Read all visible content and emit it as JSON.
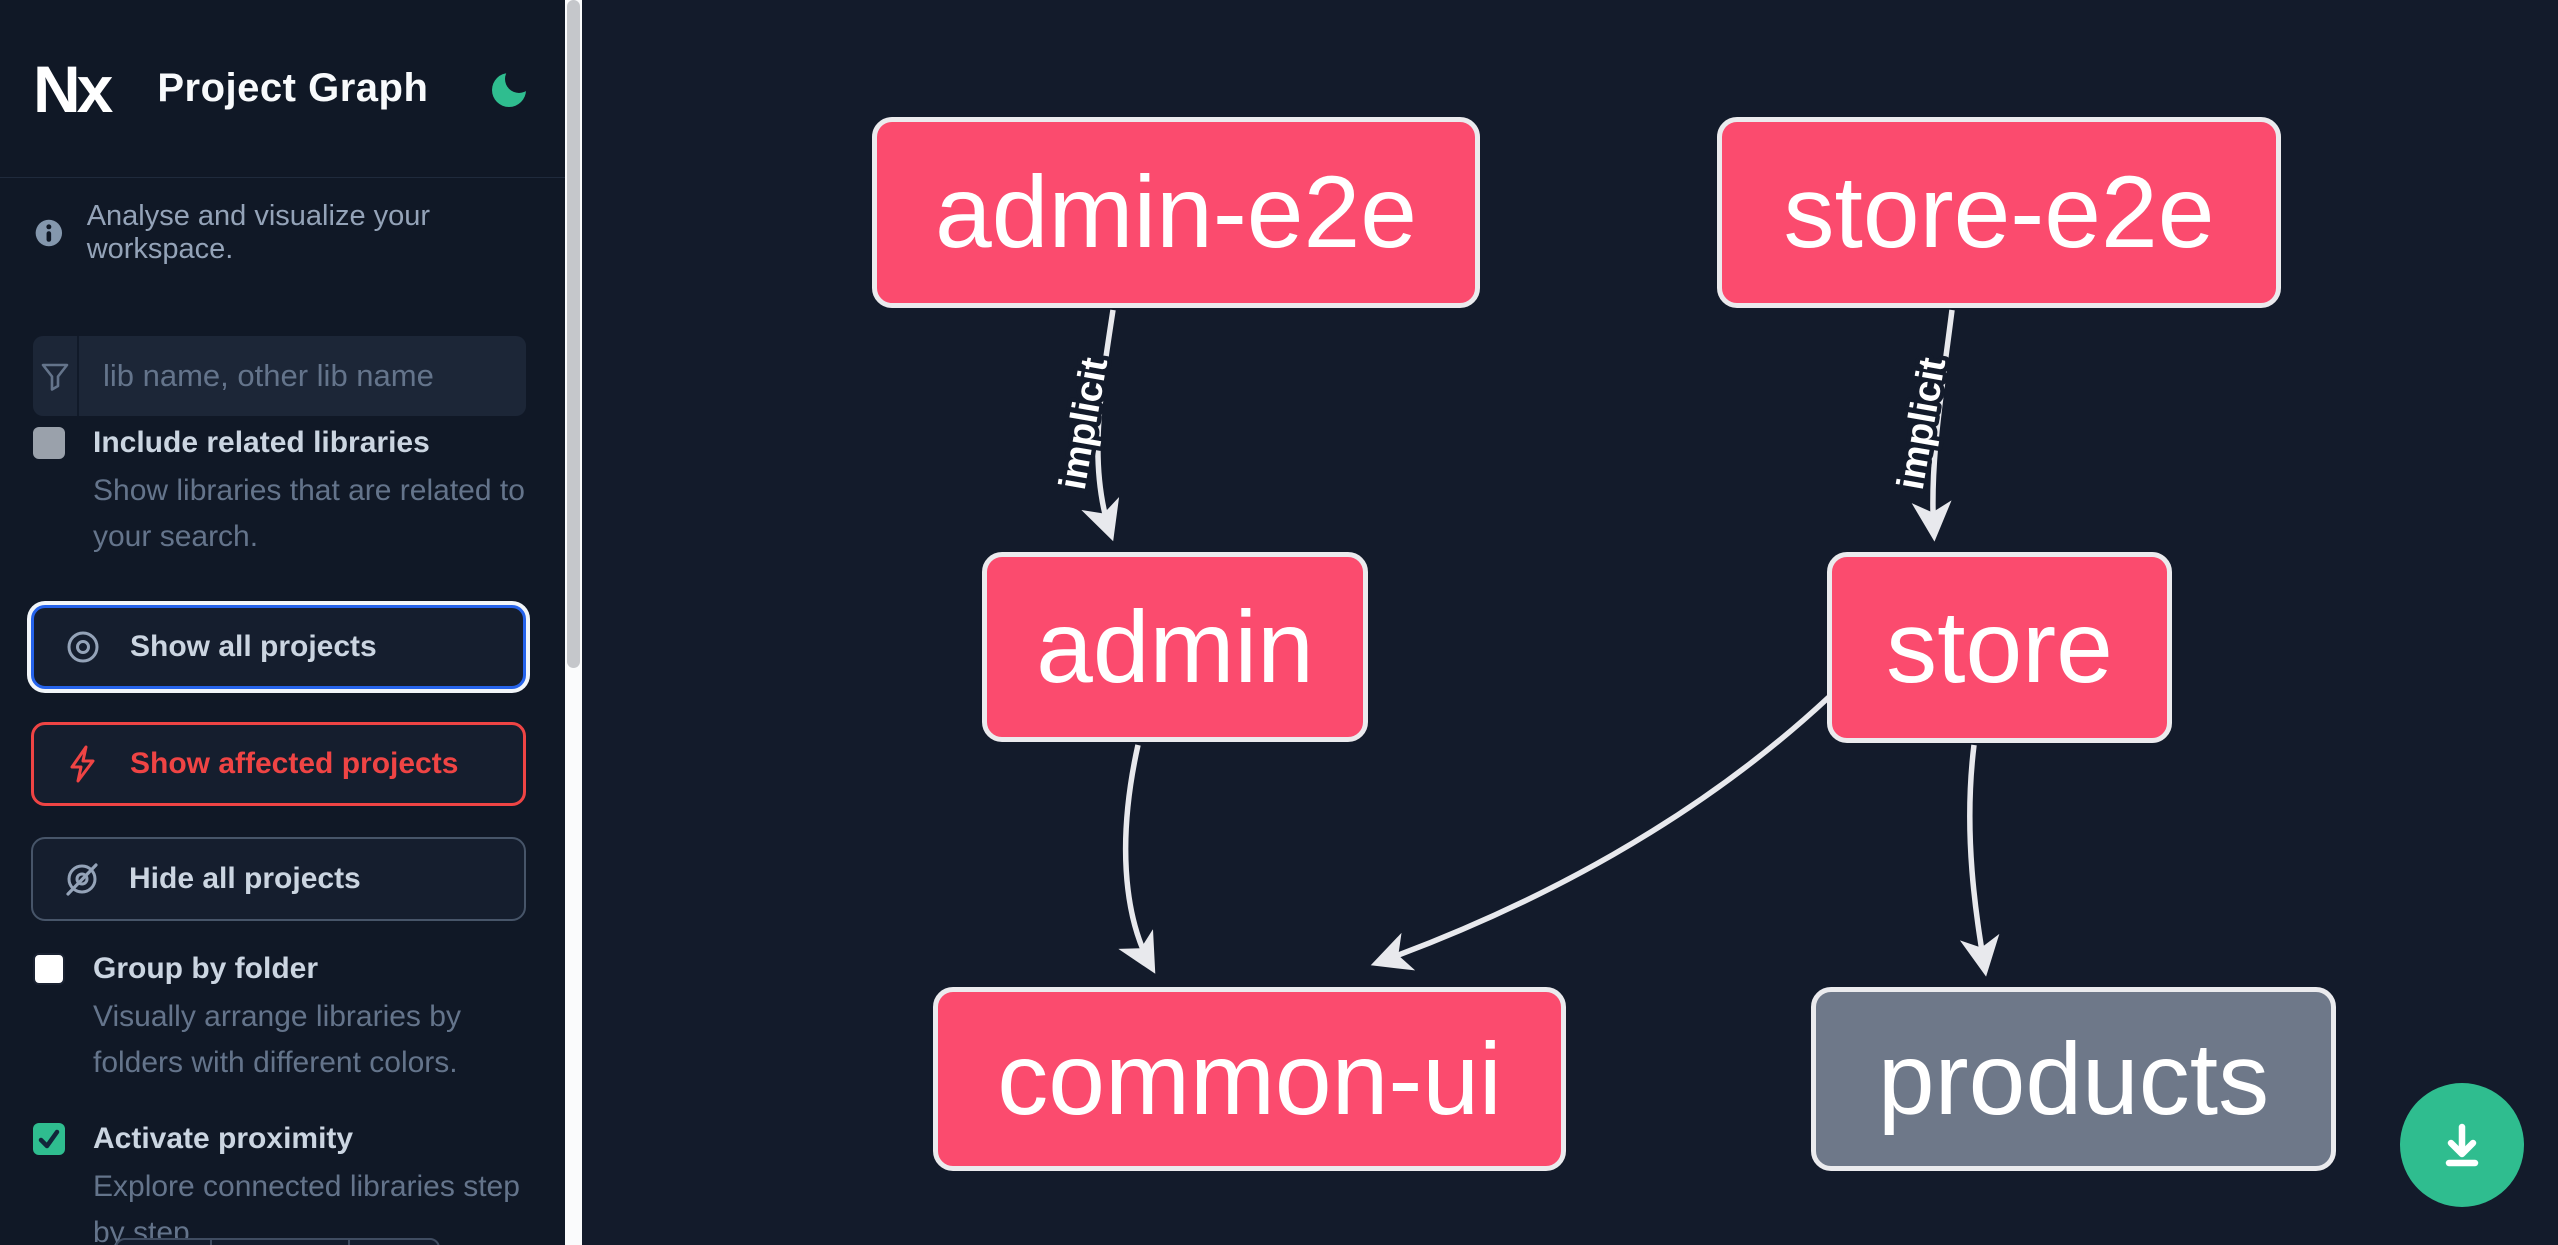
{
  "header": {
    "logo_text": "Nx",
    "title": "Project Graph",
    "theme_toggle_icon": "moon-icon"
  },
  "sidebar": {
    "tagline": "Analyse and visualize your workspace.",
    "search": {
      "placeholder": "lib name, other lib name",
      "icon": "funnel-icon"
    },
    "options": {
      "include_related": {
        "label": "Include related libraries",
        "description": "Show libraries that are related to your search.",
        "checked": false,
        "disabled": true
      },
      "group_by_folder": {
        "label": "Group by folder",
        "description": "Visually arrange libraries by folders with different colors.",
        "checked": false
      },
      "activate_proximity": {
        "label": "Activate proximity",
        "description": "Explore connected libraries step by step.",
        "checked": true
      }
    },
    "actions": {
      "show_all": {
        "label": "Show all projects",
        "icon": "eye-icon"
      },
      "show_affected": {
        "label": "Show affected projects",
        "icon": "bolt-icon"
      },
      "hide_all": {
        "label": "Hide all projects",
        "icon": "eye-off-icon"
      }
    }
  },
  "graph": {
    "nodes": [
      {
        "id": "admin-e2e",
        "label": "admin-e2e",
        "color": "pink"
      },
      {
        "id": "store-e2e",
        "label": "store-e2e",
        "color": "pink"
      },
      {
        "id": "admin",
        "label": "admin",
        "color": "pink"
      },
      {
        "id": "store",
        "label": "store",
        "color": "pink"
      },
      {
        "id": "common-ui",
        "label": "common-ui",
        "color": "pink"
      },
      {
        "id": "products",
        "label": "products",
        "color": "gray"
      }
    ],
    "edges": [
      {
        "from": "admin-e2e",
        "to": "admin",
        "label": "implicit"
      },
      {
        "from": "store-e2e",
        "to": "store",
        "label": "implicit"
      },
      {
        "from": "admin",
        "to": "common-ui",
        "label": ""
      },
      {
        "from": "store",
        "to": "common-ui",
        "label": ""
      },
      {
        "from": "store",
        "to": "products",
        "label": ""
      }
    ]
  },
  "fab": {
    "icon": "download-icon"
  },
  "colors": {
    "node_pink": "#fb4b6e",
    "node_gray": "#6e7889",
    "accent_green": "#2fbd8f",
    "affected_red": "#ef4444",
    "focus_blue": "#2563eb",
    "background": "#131b2b"
  }
}
